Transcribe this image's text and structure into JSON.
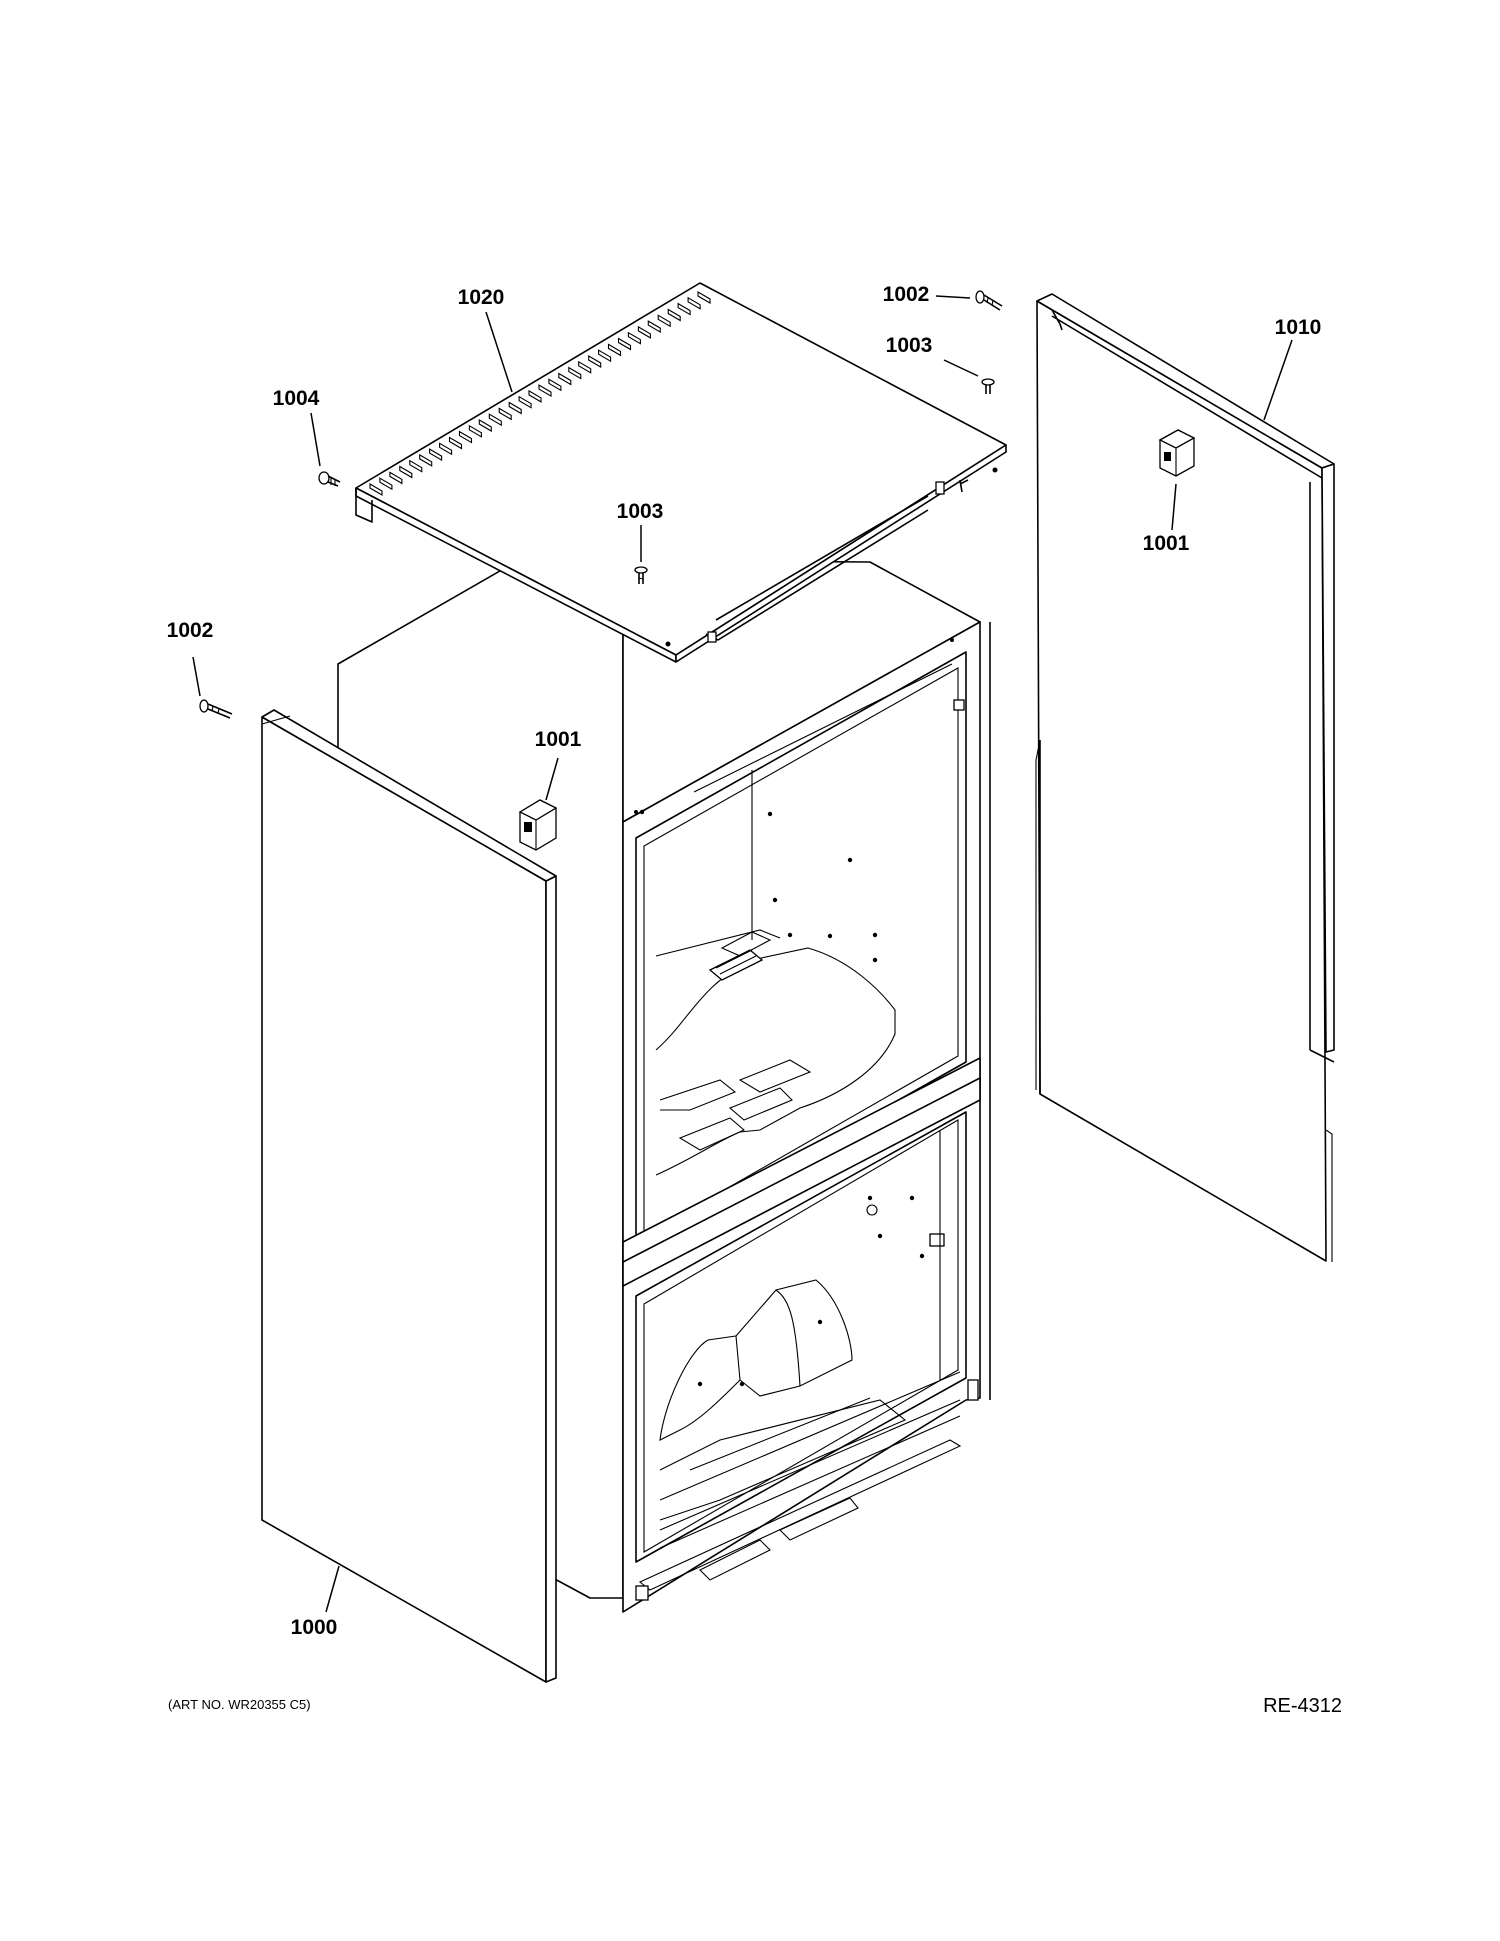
{
  "callouts": {
    "c1020": "1020",
    "c1004": "1004",
    "c1003_top": "1003",
    "c1003_center": "1003",
    "c1002_top": "1002",
    "c1002_left": "1002",
    "c1010": "1010",
    "c1001_right": "1001",
    "c1001_center": "1001",
    "c1000": "1000"
  },
  "footer": {
    "art_number": "(ART NO. WR20355 C5)",
    "diagram_ref": "RE-4312"
  }
}
